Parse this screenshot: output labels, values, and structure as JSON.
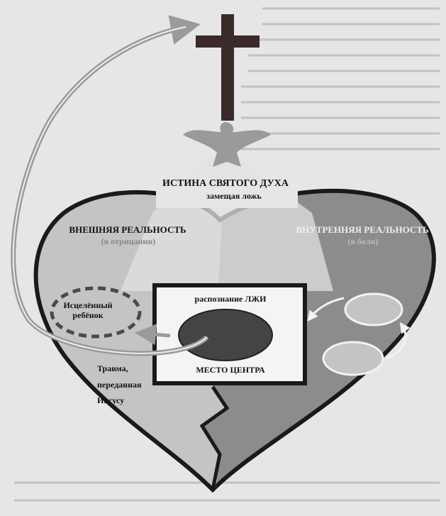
{
  "diagram": {
    "title": "ИСТИНА СВЯТОГО ДУХА",
    "subtitle": "замещая ложь",
    "outer_reality": {
      "label": "ВНЕШНЯЯ РЕАЛЬНОСТЬ",
      "note": "(в отрицании)"
    },
    "inner_reality": {
      "label": "ВНУТРЕННЯЯ РЕАЛЬНОСТЬ",
      "note": "(в боли)"
    },
    "healed_child": "Исцелённый ребёнок",
    "center_box": {
      "top": "распознание ЛЖИ",
      "bottom": "МЕСТО ЦЕНТРА"
    },
    "trauma": [
      "Травма,",
      "переданная",
      "Иисусу"
    ],
    "icons": [
      "cross-icon",
      "dove-icon",
      "broken-heart"
    ],
    "colors": {
      "left_half": "#c4c4c4",
      "right_half": "#8c8c8c",
      "outline": "#1a1a1a",
      "arrow": "#9a9a9a"
    }
  }
}
